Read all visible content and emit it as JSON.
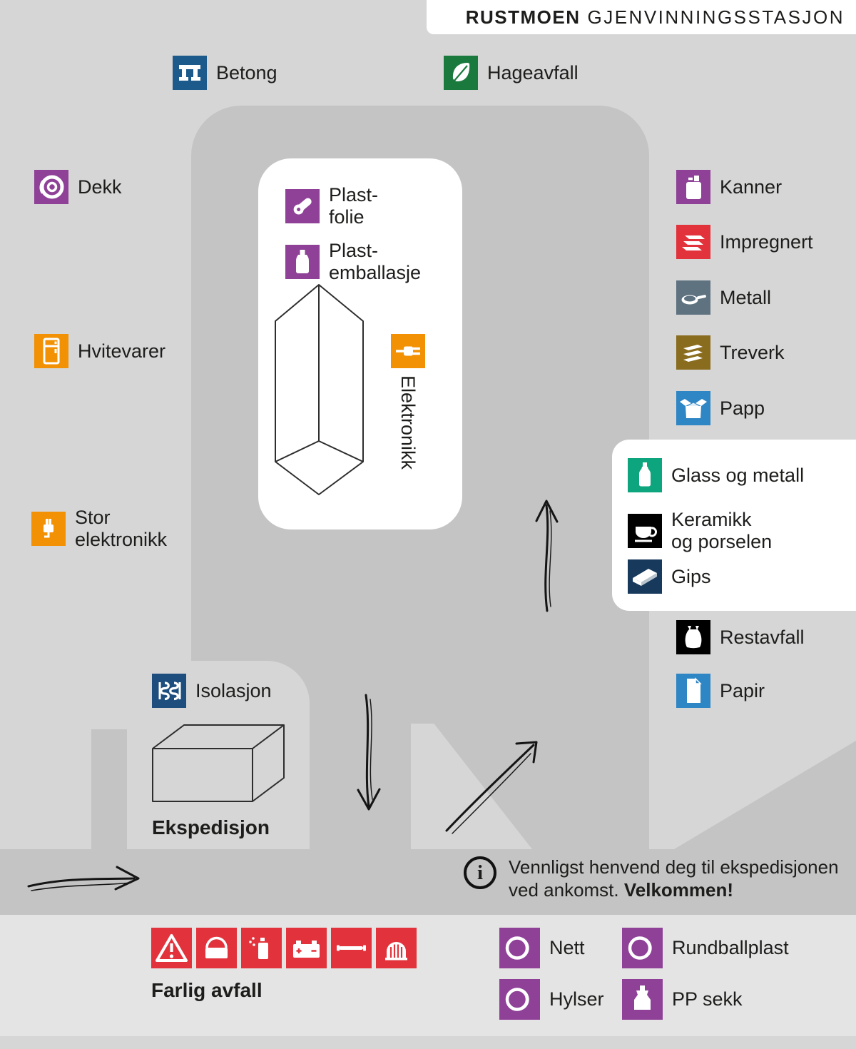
{
  "header": {
    "brand": "RUSTMOEN",
    "suffix": "GJENVINNINGSSTASJON"
  },
  "stations": {
    "betong": {
      "label": "Betong",
      "icon": "concrete-form-icon",
      "color": "#1b5a8a"
    },
    "hageavfall": {
      "label": "Hageavfall",
      "icon": "leaf-icon",
      "color": "#1a7a3d"
    },
    "dekk": {
      "label": "Dekk",
      "icon": "tire-icon",
      "color": "#8e4197"
    },
    "hvitevarer": {
      "label": "Hvitevarer",
      "icon": "fridge-icon",
      "color": "#f29104"
    },
    "stor_elektronikk": {
      "line1": "Stor",
      "line2": "elektronikk",
      "icon": "plug-icon",
      "color": "#f29104"
    },
    "plastfolie": {
      "line1": "Plast-",
      "line2": "folie",
      "icon": "film-roll-icon",
      "color": "#8e4197"
    },
    "plastemballasje": {
      "line1": "Plast-",
      "line2": "emballasje",
      "icon": "plastic-bottle-icon",
      "color": "#8e4197"
    },
    "elektronikk": {
      "label": "Elektronikk",
      "icon": "cable-plug-icon",
      "color": "#f29104"
    },
    "kanner": {
      "label": "Kanner",
      "icon": "canister-icon",
      "color": "#8e4197"
    },
    "impregnert": {
      "label": "Impregnert",
      "icon": "stacked-planks-icon",
      "color": "#e2333c"
    },
    "metall": {
      "label": "Metall",
      "icon": "pan-icon",
      "color": "#5f7280"
    },
    "treverk": {
      "label": "Treverk",
      "icon": "planks-icon",
      "color": "#8a6c1e"
    },
    "papp": {
      "label": "Papp",
      "icon": "cardboard-box-icon",
      "color": "#2e86c5"
    },
    "glass_og_metall": {
      "label": "Glass og metall",
      "icon": "glass-bottle-icon",
      "color": "#0da57d"
    },
    "keramikk": {
      "line1": "Keramikk",
      "line2": "og porselen",
      "icon": "cup-icon",
      "color": "#000000"
    },
    "gips": {
      "label": "Gips",
      "icon": "plasterboard-icon",
      "color": "#16395c"
    },
    "restavfall": {
      "label": "Restavfall",
      "icon": "trash-bag-icon",
      "color": "#000000"
    },
    "papir": {
      "label": "Papir",
      "icon": "paper-sheet-icon",
      "color": "#2e86c5"
    },
    "isolasjon": {
      "label": "Isolasjon",
      "icon": "insulation-icon",
      "color": "#1d4e7e"
    },
    "ekspedisjon": {
      "label": "Ekspedisjon"
    }
  },
  "info": {
    "icon_text": "i",
    "line1": "Vennligst henvend deg til ekspedisjonen",
    "line2": "ved ankomst.",
    "line2_bold": "Velkommen!"
  },
  "hazard": {
    "label": "Farlig avfall",
    "color": "#e2333c",
    "icons": [
      "warning-icon",
      "paint-can-icon",
      "spray-can-icon",
      "battery-icon",
      "fluorescent-tube-icon",
      "oil-filter-icon"
    ]
  },
  "plastics": {
    "color": "#8e4197",
    "nett": {
      "label": "Nett",
      "icon": "round-bale-icon"
    },
    "rundballplast": {
      "label": "Rundballplast",
      "icon": "round-bale-icon"
    },
    "hylser": {
      "label": "Hylser",
      "icon": "round-bale-icon"
    },
    "pp_sekk": {
      "label": "PP sekk",
      "icon": "sack-icon"
    }
  },
  "palette": {
    "ground": "#d6d6d6",
    "road": "#c4c4c4",
    "panel": "#ffffff",
    "ground_light": "#e4e4e4",
    "purple": "#8e4197",
    "orange": "#f29104",
    "green": "#1a7a3d",
    "blue": "#2e86c5",
    "dark_blue": "#1b5a8a",
    "navy": "#16395c",
    "navy_light": "#1d4e7e",
    "red": "#e2333c",
    "slate": "#5f7280",
    "bronze": "#8a6c1e",
    "teal": "#0da57d",
    "black": "#000000"
  }
}
